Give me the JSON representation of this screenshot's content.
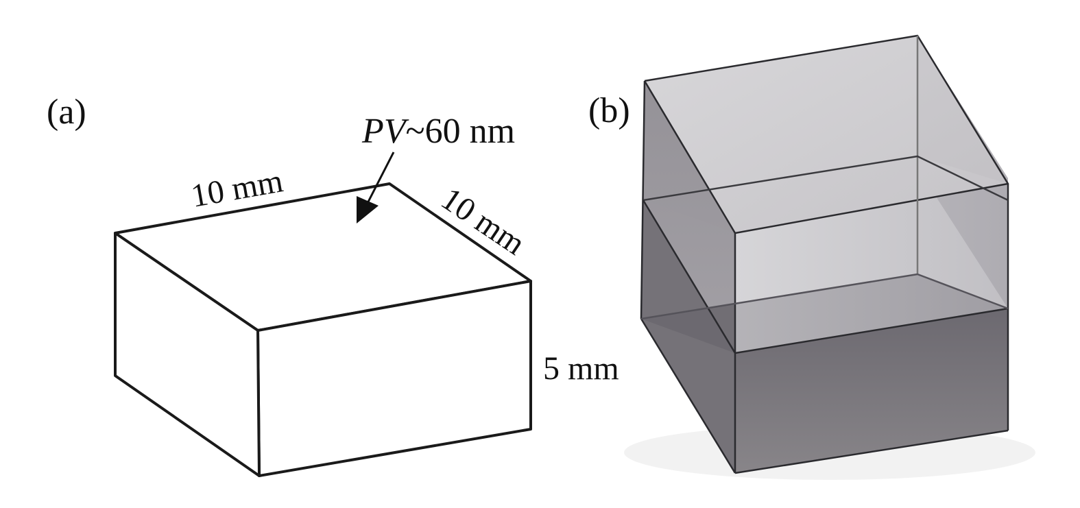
{
  "panel_a": {
    "label": "(a)",
    "annotation_prefix": "PV",
    "annotation_suffix": "~60 nm",
    "length_label": "10 mm",
    "width_label": "10 mm",
    "height_label": "5 mm"
  },
  "panel_b": {
    "label": "(b)"
  },
  "colors": {
    "edge": "#1a1a1a",
    "hidden_edge": "#d8c6c0",
    "glass_dark": "#5e5b62",
    "glass_mid": "#9d9aa0",
    "glass_light": "#dcdbde"
  }
}
